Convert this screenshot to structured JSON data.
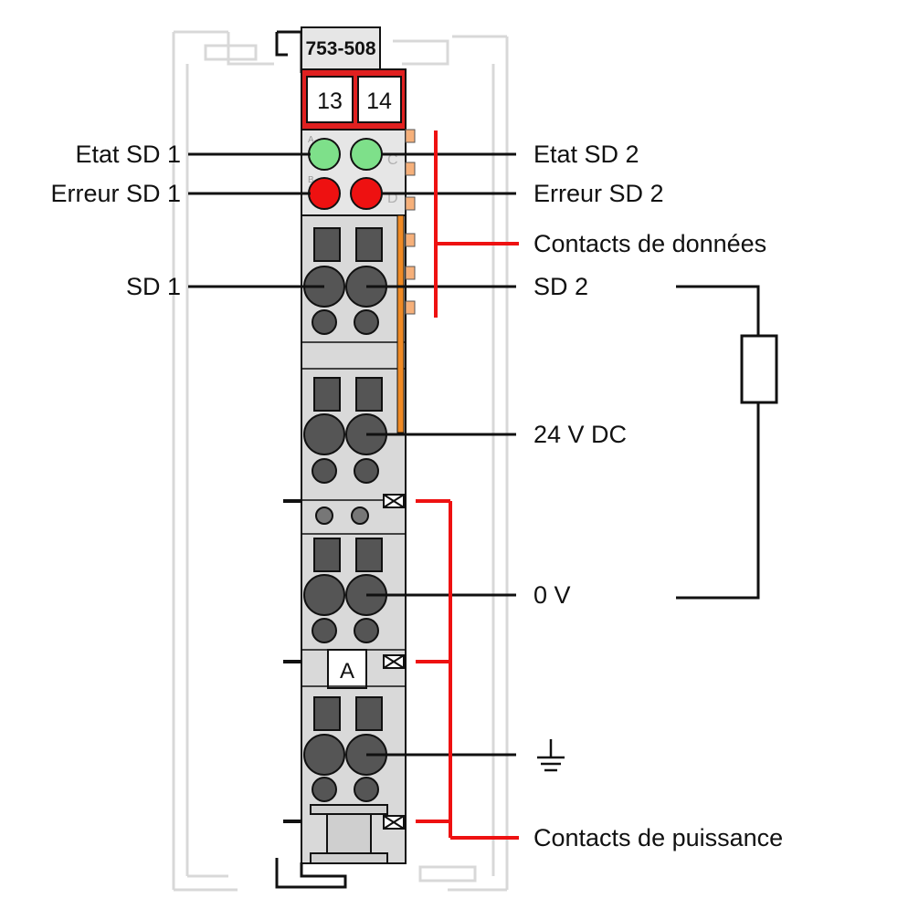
{
  "module": {
    "part_number": "753-508",
    "terminal_numbers": [
      "13",
      "14"
    ],
    "slot_letter": "A",
    "led_letters": [
      "A",
      "B",
      "C",
      "D"
    ]
  },
  "labels": {
    "status_sd1": "Etat SD 1",
    "error_sd1": "Erreur SD 1",
    "status_sd2": "Etat SD 2",
    "error_sd2": "Erreur SD 2",
    "data_contacts": "Contacts de données",
    "sd1": "SD 1",
    "sd2": "SD 2",
    "supply_24v": "24 V DC",
    "supply_0v": "0 V",
    "power_contacts": "Contacts de puissance"
  },
  "colors": {
    "housing": "#d9d9d9",
    "header_red": "#e02020",
    "led_green": "#7ee08a",
    "led_red": "#ee1111",
    "bracket_red": "#ee1111",
    "data_contact_orange": "#f08a24",
    "outline_gray": "#d8d8d8"
  },
  "icons": {
    "ground": "ground-symbol-icon",
    "load": "resistor-load-icon"
  }
}
